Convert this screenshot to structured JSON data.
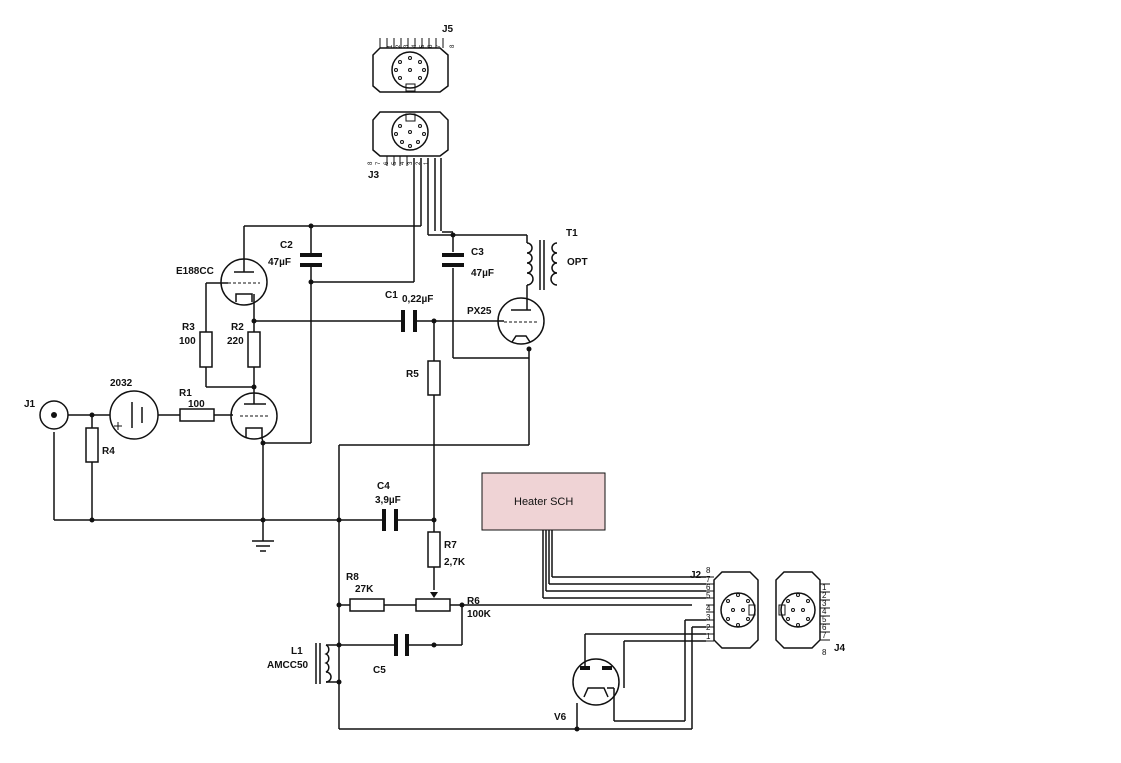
{
  "labels": {
    "j1": "J1",
    "r4": "R4",
    "b2032": "2032",
    "r1": "R1",
    "r1_value": "100",
    "r3": "R3",
    "r3_value": "100",
    "r2": "R2",
    "r2_value": "220",
    "e188cc": "E188CC",
    "c2": "C2",
    "c2_value": "47µF",
    "c1": "C1",
    "c1_value": "0,22µF",
    "c3": "C3",
    "c3_value": "47µF",
    "t1": "T1",
    "opt": "OPT",
    "px25": "PX25",
    "r5": "R5",
    "c4": "C4",
    "c4_value": "3,9µF",
    "r7": "R7",
    "r7_value": "2,7K",
    "r8": "R8",
    "r8_value": "27K",
    "r6": "R6",
    "r6_value": "100K",
    "l1": "L1",
    "l1_type": "AMCC50",
    "c5": "C5",
    "v6": "V6",
    "j2": "J2",
    "j3": "J3",
    "j4": "J4",
    "j5": "J5",
    "heater": "Heater SCH"
  },
  "pin_numbers": {
    "j2": [
      "8",
      "7",
      "6",
      "5",
      "4",
      "3",
      "2",
      "1"
    ],
    "j4": [
      "1",
      "2",
      "3",
      "4",
      "5",
      "6",
      "7",
      "8"
    ],
    "j3": [
      "8",
      "7",
      "6",
      "5",
      "4",
      "3",
      "2",
      "1"
    ],
    "j5": [
      "1",
      "2",
      "3",
      "4",
      "5",
      "6",
      "7",
      "8"
    ]
  },
  "colors": {
    "heater_box_fill": "#efd3d5",
    "wire": "#111111"
  }
}
